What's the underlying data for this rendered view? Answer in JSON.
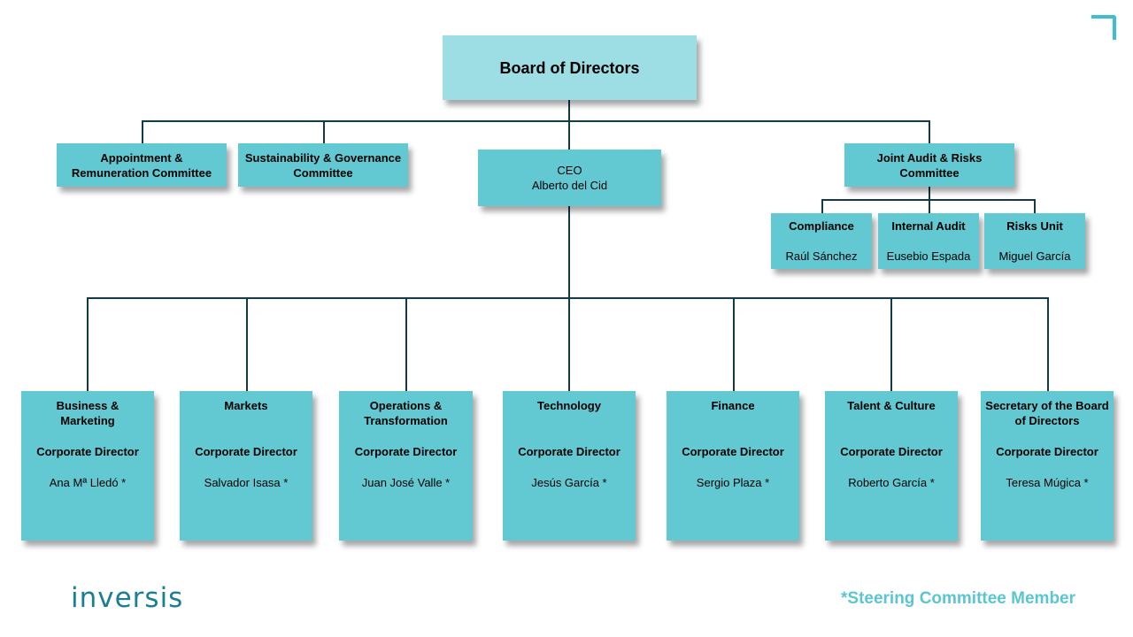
{
  "board": {
    "title": "Board of Directors"
  },
  "committees": [
    {
      "line1": "Appointment &",
      "line2": "Remuneration Committee"
    },
    {
      "line1": "Sustainability & Governance",
      "line2": "Committee"
    },
    {
      "line1": "Joint Audit & Risks",
      "line2": "Committee"
    }
  ],
  "ceo": {
    "title": "CEO",
    "name": "Alberto del Cid"
  },
  "units": [
    {
      "title": "Compliance",
      "name": "Raúl Sánchez"
    },
    {
      "title": "Internal Audit",
      "name": "Eusebio Espada"
    },
    {
      "title": "Risks Unit",
      "name": "Miguel García"
    }
  ],
  "departments": [
    {
      "title": "Business & Marketing",
      "role": "Corporate Director",
      "name": "Ana Mª Lledó *"
    },
    {
      "title": "Markets",
      "role": "Corporate Director",
      "name": "Salvador Isasa *"
    },
    {
      "title": "Operations & Transformation",
      "role": "Corporate Director",
      "name": "Juan José Valle *"
    },
    {
      "title": "Technology",
      "role": "Corporate Director",
      "name": "Jesús García *"
    },
    {
      "title": "Finance",
      "role": "Corporate Director",
      "name": "Sergio Plaza *"
    },
    {
      "title": "Talent & Culture",
      "role": "Corporate Director",
      "name": "Roberto García *"
    },
    {
      "title": "Secretary of the Board of Directors",
      "role": "Corporate Director",
      "name": "Teresa Múgica *"
    }
  ],
  "logo": {
    "text": "inversis"
  },
  "footnote": "*Steering Committee Member",
  "colors": {
    "box": "#62c9d2",
    "board": "#9ddde4",
    "line": "#123a47",
    "accent": "#5cc5d3",
    "logo": "#1a7f93"
  }
}
